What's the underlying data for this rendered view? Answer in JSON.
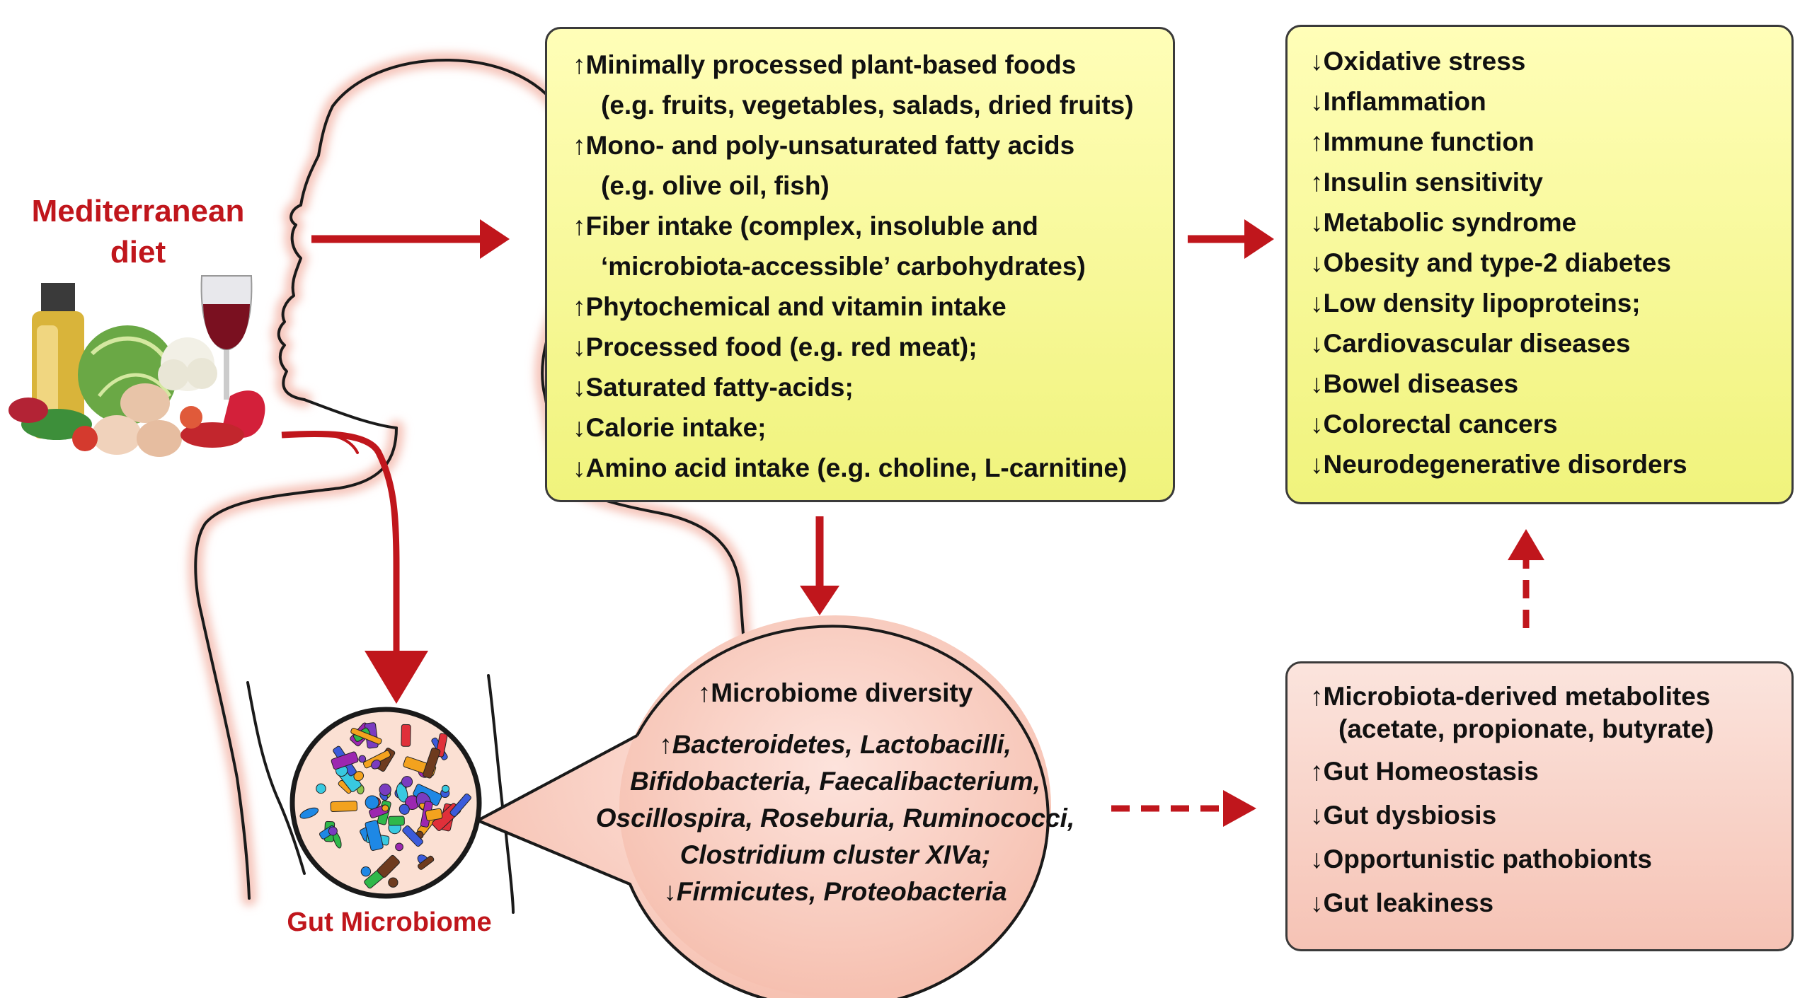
{
  "diet": {
    "title_line1": "Mediterranean",
    "title_line2": "diet"
  },
  "gut_label": "Gut Microbiome",
  "diet_changes": [
    {
      "arrow": "↑",
      "text": "Minimally processed plant-based foods"
    },
    {
      "sub": "(e.g. fruits, vegetables, salads, dried fruits)"
    },
    {
      "arrow": "↑",
      "text": "Mono- and poly-unsaturated fatty acids"
    },
    {
      "sub": "(e.g. olive oil, fish)"
    },
    {
      "arrow": "↑",
      "text": "Fiber intake (complex, insoluble and"
    },
    {
      "sub": "‘microbiota-accessible’ carbohydrates)"
    },
    {
      "arrow": "↑",
      "text": "Phytochemical and vitamin intake"
    },
    {
      "arrow": "↓",
      "text": "Processed food (e.g. red meat);"
    },
    {
      "arrow": "↓",
      "text": "Saturated fatty-acids;"
    },
    {
      "arrow": "↓",
      "text": "Calorie intake;"
    },
    {
      "arrow": "↓",
      "text": "Amino acid intake (e.g. choline, L-carnitine)"
    }
  ],
  "health_outcomes": [
    {
      "arrow": "↓",
      "text": "Oxidative stress"
    },
    {
      "arrow": "↓",
      "text": "Inflammation"
    },
    {
      "arrow": "↑",
      "text": "Immune function"
    },
    {
      "arrow": "↑",
      "text": "Insulin sensitivity"
    },
    {
      "arrow": "↓",
      "text": "Metabolic syndrome"
    },
    {
      "arrow": "↓",
      "text": "Obesity and type-2 diabetes"
    },
    {
      "arrow": "↓",
      "text": "Low density lipoproteins;"
    },
    {
      "arrow": "↓",
      "text": "Cardiovascular diseases"
    },
    {
      "arrow": "↓",
      "text": "Bowel diseases"
    },
    {
      "arrow": "↓",
      "text": "Colorectal cancers"
    },
    {
      "arrow": "↓",
      "text": "Neurodegenerative disorders"
    }
  ],
  "microbiome": {
    "diversity": "↑Microbiome diversity",
    "taxa_lines": [
      "↑Bacteroidetes, Lactobacilli,",
      "Bifidobacteria, Faecalibacterium,",
      "Oscillospira, Roseburia, Ruminococci,",
      "Clostridium cluster XIVa;",
      "↓Firmicutes, Proteobacteria"
    ]
  },
  "metabolites": [
    {
      "arrow": "↑",
      "text": "Microbiota-derived metabolites"
    },
    {
      "sub": "(acetate, propionate, butyrate)"
    },
    {
      "arrow": "↑",
      "text": "Gut Homeostasis"
    },
    {
      "arrow": "↓",
      "text": "Gut dysbiosis"
    },
    {
      "arrow": "↓",
      "text": "Opportunistic pathobionts"
    },
    {
      "arrow": "↓",
      "text": "Gut leakiness"
    }
  ],
  "colors": {
    "accent_red": "#c0161c",
    "yellow_box": "#f3f58a",
    "pink_box": "#f7cdbf",
    "outline": "#3a3a3a"
  }
}
